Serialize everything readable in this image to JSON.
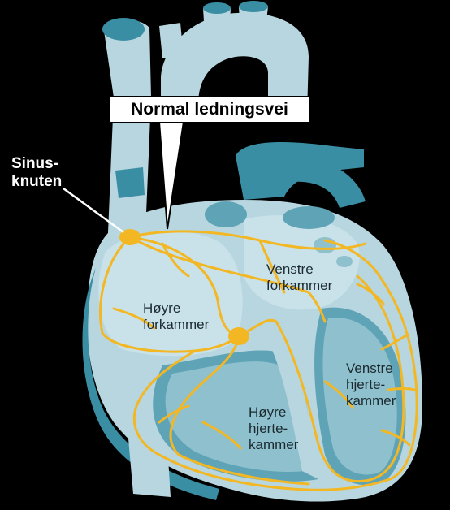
{
  "callout": {
    "title": "Normal ledningsvei"
  },
  "labels": {
    "sinus_node": "Sinus-\nknuten",
    "right_atrium": "Høyre\nforkammer",
    "left_atrium": "Venstre\nforkammer",
    "right_ventricle": "Høyre\nhjerte-\nkammer",
    "left_ventricle": "Venstre\nhjerte-\nkammer"
  },
  "colors": {
    "background": "#000000",
    "heart_outer": "#b7d6df",
    "heart_light": "#c9e2ea",
    "heart_dark": "#5fa4b6",
    "vessel_teal": "#3a8ea3",
    "conduction": "#f3b723"
  }
}
